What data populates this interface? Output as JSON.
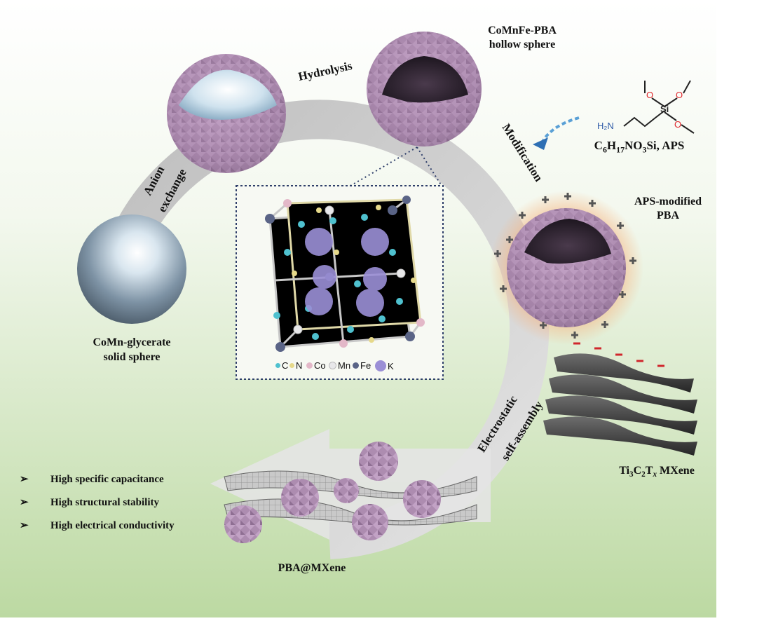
{
  "labels": {
    "hollow_sphere": [
      "CoMnFe-PBA",
      "hollow sphere"
    ],
    "solid_sphere": [
      "CoMn-glycerate",
      "solid sphere"
    ],
    "aps_pba": [
      "APS-modified",
      "PBA"
    ],
    "composite": "PBA@MXene",
    "mxene": {
      "pre": "Ti",
      "s1": "3",
      "mid": "C",
      "s2": "2",
      "t": "T",
      "x": "x",
      "post": " MXene"
    },
    "aps_formula": {
      "c": "C",
      "c_n": "6",
      "h": "H",
      "h_n": "17",
      "rest1": "NO",
      "o_n": "3",
      "rest2": "Si, APS"
    }
  },
  "steps": {
    "hydrolysis": "Hydrolysis",
    "anion": "Anion",
    "exchange": "exchange",
    "modification": "Modification",
    "electrostatic": "Electrostatic",
    "self_assembly": "self-assembly"
  },
  "molecule": {
    "si": "Si",
    "o1": "O",
    "o2": "O",
    "o3": "O",
    "nh2": "H₂N"
  },
  "legend": [
    {
      "label": "C",
      "color": "#4fc1cf"
    },
    {
      "label": "N",
      "color": "#e6d98a"
    },
    {
      "label": "Co",
      "color": "#e3b8c8"
    },
    {
      "label": "Mn",
      "color": "#e8e8ea"
    },
    {
      "label": "Fe",
      "color": "#5a6486"
    },
    {
      "label": "K",
      "color": "#9b8fd6"
    }
  ],
  "features": [
    "High specific capacitance",
    "High structural stability",
    "High electrical conductivity"
  ],
  "bullet": "➢"
}
